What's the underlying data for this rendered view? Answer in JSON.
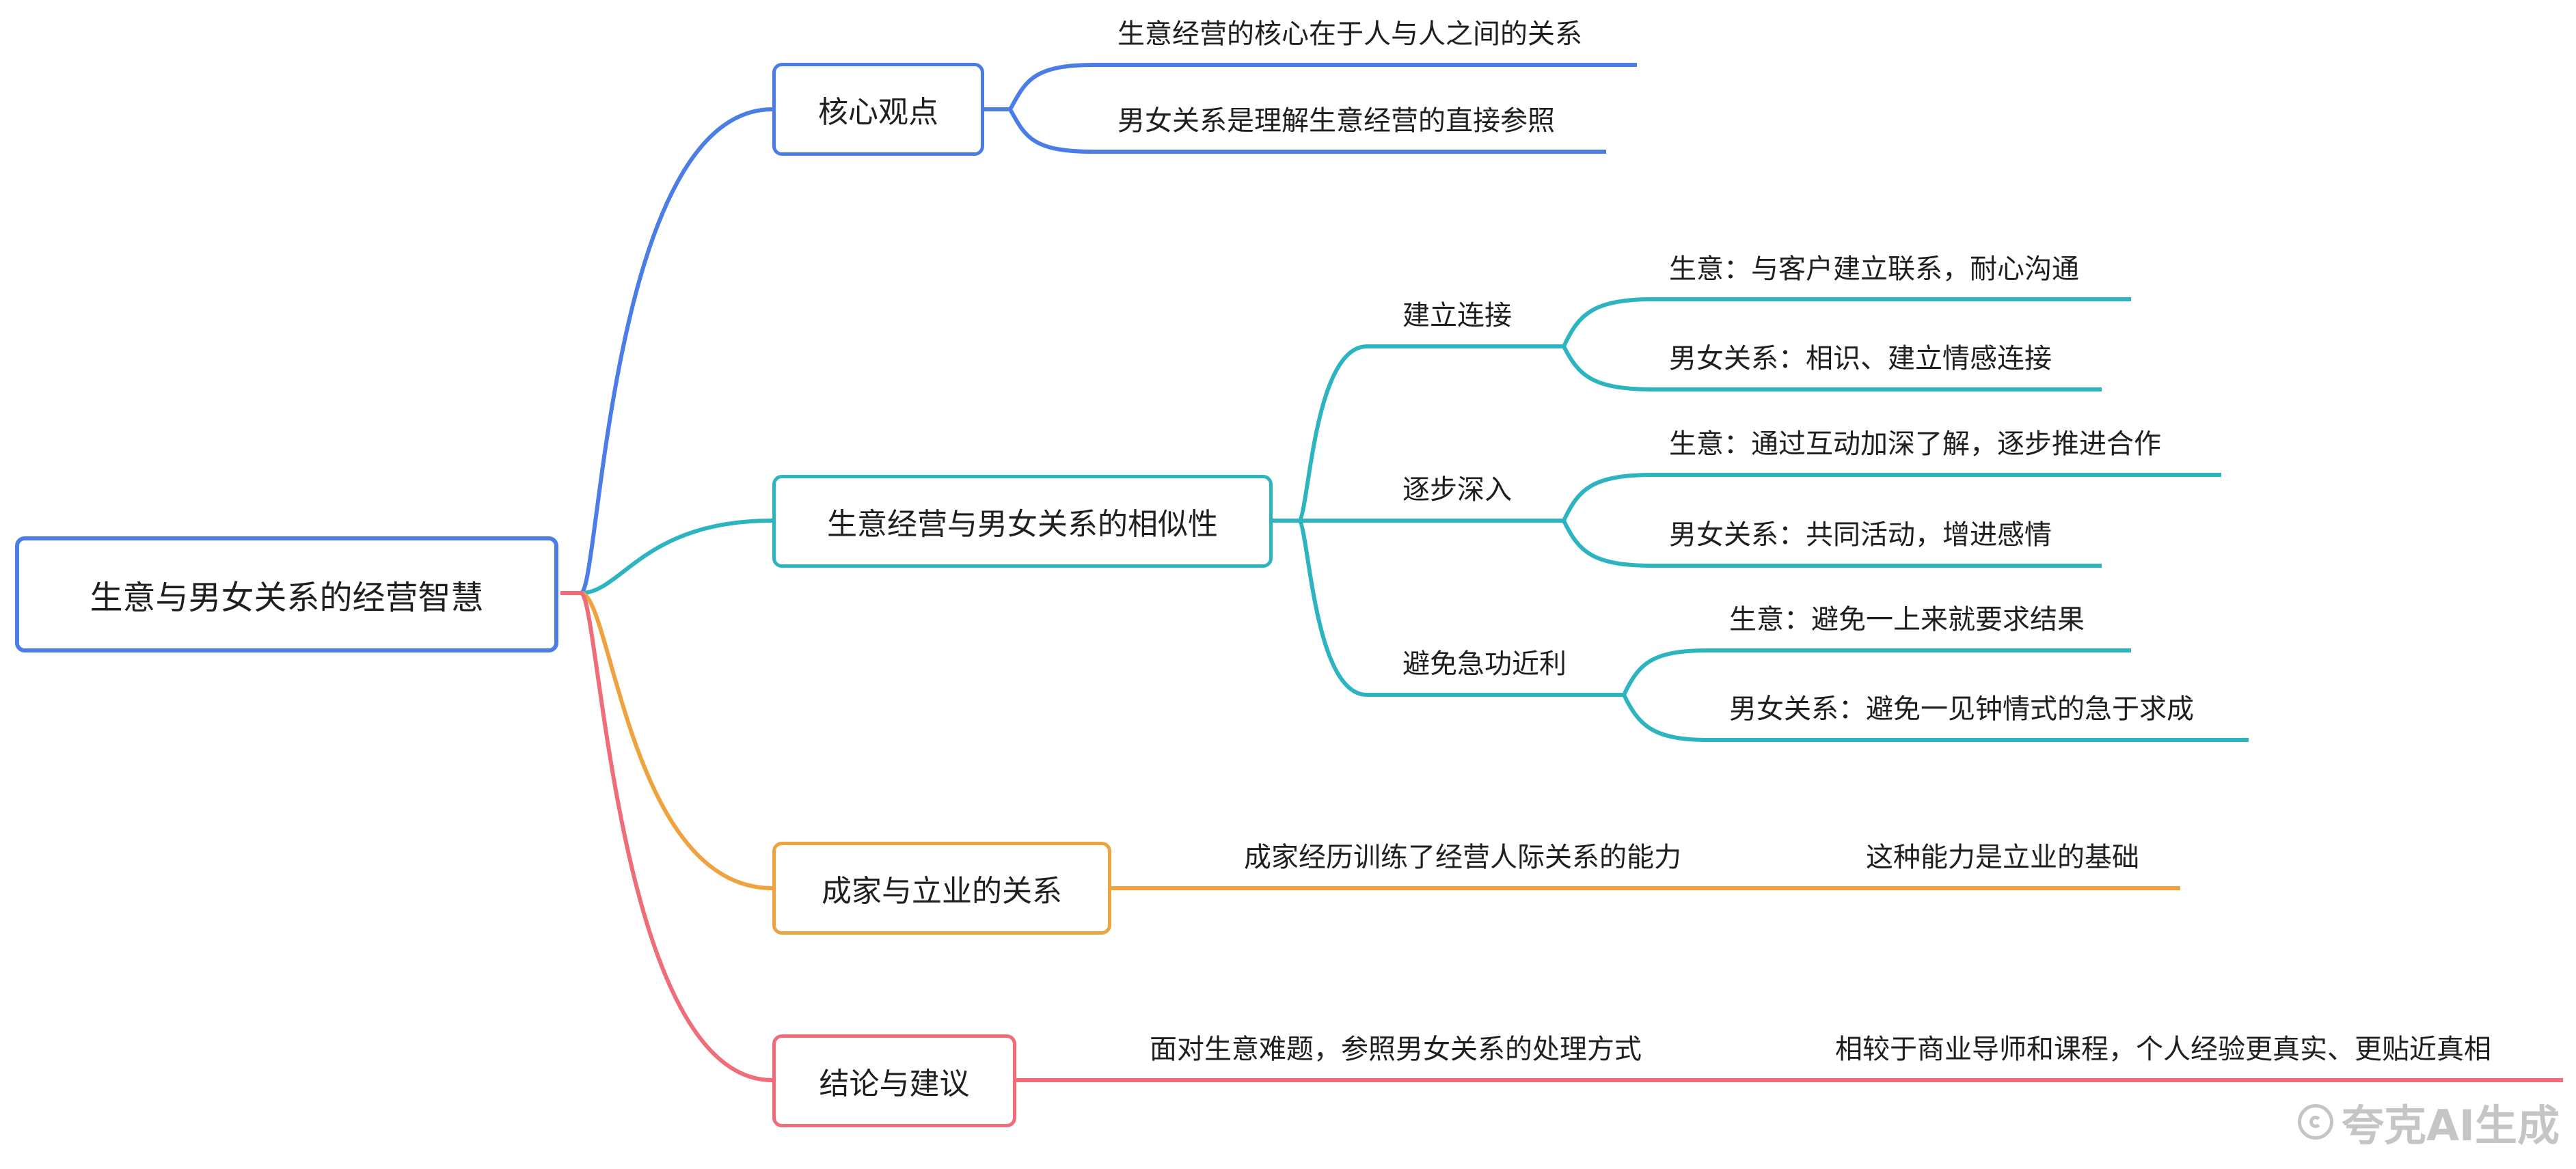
{
  "root": {
    "label": "生意与男女关系的经营智慧"
  },
  "colors": {
    "blue": "#4a7ee6",
    "teal": "#2cb5c0",
    "orange": "#eea33f",
    "red": "#ee6d78"
  },
  "branches": {
    "core": {
      "label": "核心观点",
      "items": [
        "生意经营的核心在于人与人之间的关系",
        "男女关系是理解生意经营的直接参照"
      ]
    },
    "similar": {
      "label": "生意经营与男女关系的相似性",
      "groups": [
        {
          "label": "建立连接",
          "items": [
            "生意：与客户建立联系，耐心沟通",
            "男女关系：相识、建立情感连接"
          ]
        },
        {
          "label": "逐步深入",
          "items": [
            "生意：通过互动加深了解，逐步推进合作",
            "男女关系：共同活动，增进感情"
          ]
        },
        {
          "label": "避免急功近利",
          "items": [
            "生意：避免一上来就要求结果",
            "男女关系：避免一见钟情式的急于求成"
          ]
        }
      ]
    },
    "family": {
      "label": "成家与立业的关系",
      "step1": "成家经历训练了经营人际关系的能力",
      "step2": "这种能力是立业的基础"
    },
    "conclusion": {
      "label": "结论与建议",
      "step1": "面对生意难题，参照男女关系的处理方式",
      "step2": "相较于商业导师和课程，个人经验更真实、更贴近真相"
    }
  },
  "watermark": "夸克AI生成"
}
